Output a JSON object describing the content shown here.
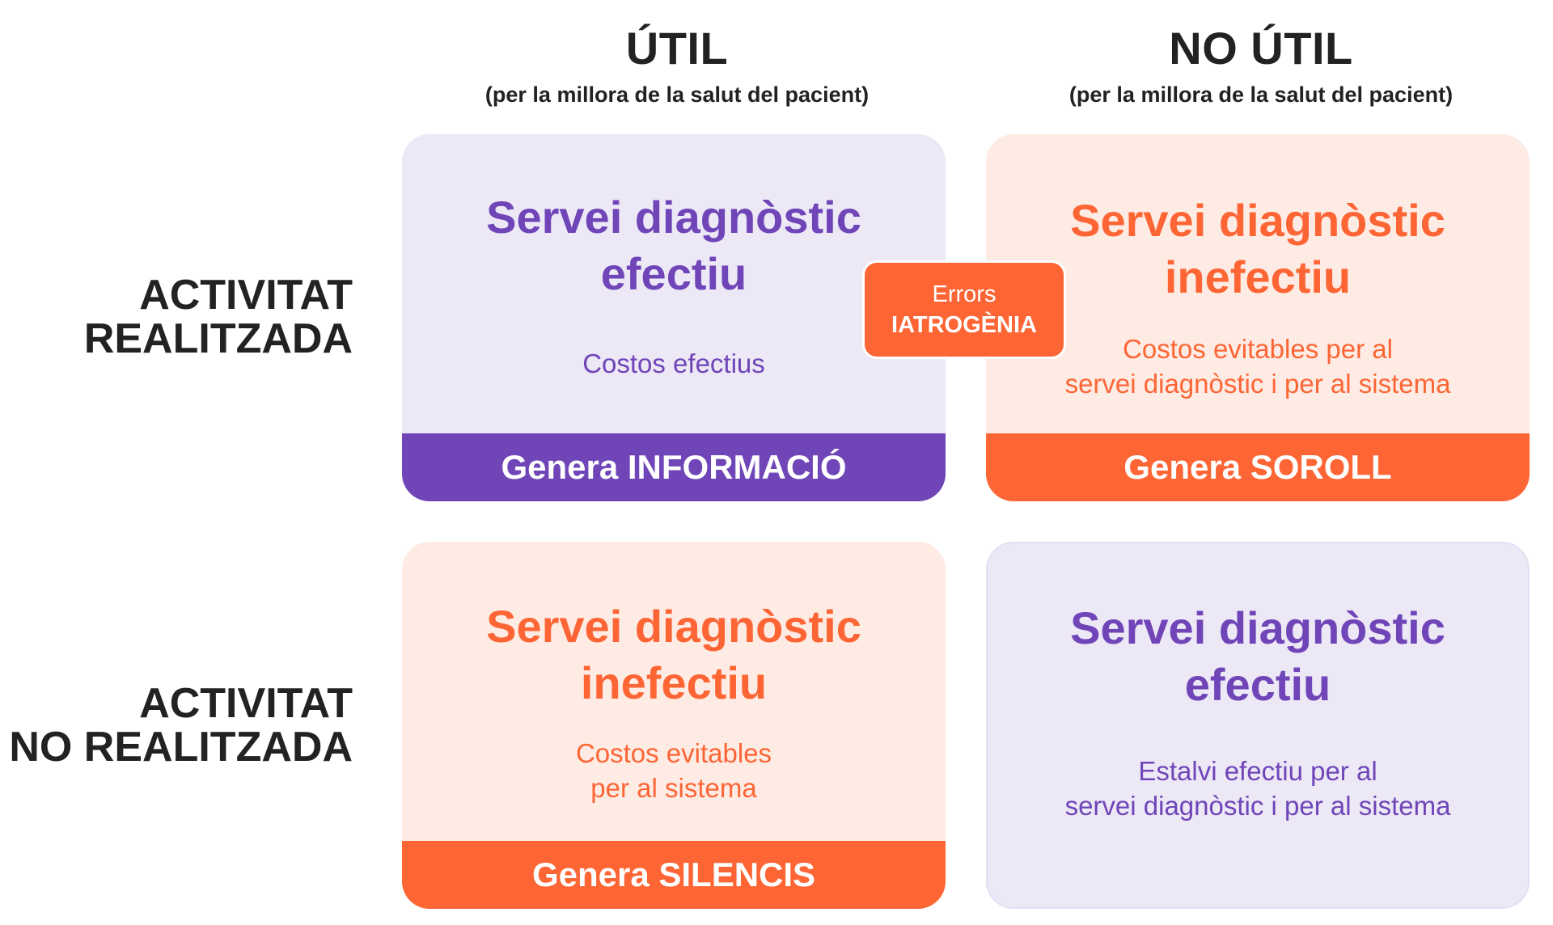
{
  "columns": [
    {
      "title": "ÚTIL",
      "subtitle": "(per la millora de la salut del pacient)"
    },
    {
      "title": "NO ÚTIL",
      "subtitle": "(per la millora de la salut del pacient)"
    }
  ],
  "rows": [
    {
      "line1": "ACTIVITAT",
      "line2": "REALITZADA"
    },
    {
      "line1": "ACTIVITAT",
      "line2": "NO REALITZADA"
    }
  ],
  "cells": {
    "top_left": {
      "heading_line1": "Servei diagnòstic",
      "heading_line2": "efectiu",
      "note_line1": "Costos efectius",
      "note_line2": "",
      "footer": "Genera INFORMACIÓ"
    },
    "top_right": {
      "heading_line1": "Servei diagnòstic",
      "heading_line2": "inefectiu",
      "note_line1": "Costos evitables per al",
      "note_line2": "servei diagnòstic i per al sistema",
      "footer": "Genera SOROLL"
    },
    "bottom_left": {
      "heading_line1": "Servei diagnòstic",
      "heading_line2": "inefectiu",
      "note_line1": "Costos evitables",
      "note_line2": "per al sistema",
      "footer": "Genera SILENCIS"
    },
    "bottom_right": {
      "heading_line1": "Servei diagnòstic",
      "heading_line2": "efectiu",
      "note_line1": "Estalvi efectiu per al",
      "note_line2": "servei diagnòstic i per al sistema"
    }
  },
  "badge": {
    "line1": "Errors",
    "line2": "IATROGÈNIA"
  },
  "colors": {
    "purple": "#6f45b8",
    "purple_light": "#ece8f6",
    "orange": "#fd6535",
    "orange_light": "#feece4",
    "text_dark": "#222222"
  }
}
